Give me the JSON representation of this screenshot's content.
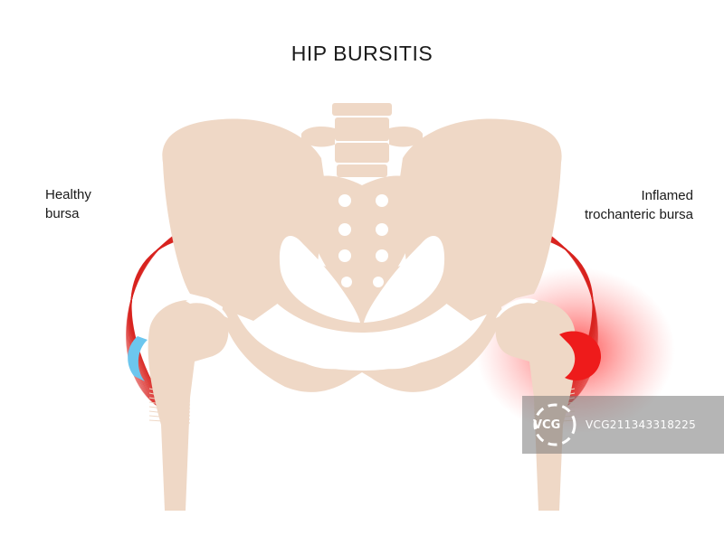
{
  "title": "HIP BURSITIS",
  "labels": {
    "healthy_line1": "Healthy",
    "healthy_line2": "bursa",
    "inflamed_line1": "Inflamed",
    "inflamed_line2": "trochanteric bursa"
  },
  "watermark": {
    "brand": "VCG",
    "id_text": "VCG211343318225"
  },
  "colors": {
    "bone": "#efd8c6",
    "muscle": "#d8231f",
    "healthy_bursa": "#6cc6ee",
    "inflamed_bursa": "#ee1b1b",
    "inflammation_glow": "#ff3b3b"
  }
}
